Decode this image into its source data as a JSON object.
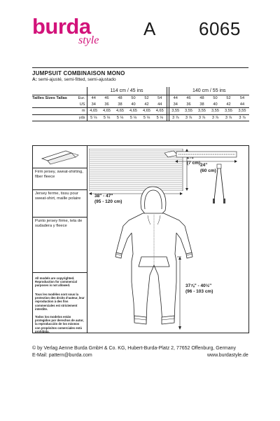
{
  "header": {
    "brand": "burda",
    "brand_sub": "style",
    "view": "A",
    "pattern_number": "6065"
  },
  "title": "JUMPSUIT  COMBINAISON  MONO",
  "fit": {
    "label": "A:",
    "text": "semi-ajusté, semi-fitted, semi-ajustado"
  },
  "size_table": {
    "fabric_widths": [
      "114 cm / 45 ins",
      "140 cm / 55 ins"
    ],
    "size_label": "Tailles  Sizes  Tallas",
    "eur_label": "Eur.",
    "us_label": "US",
    "m_label": "m",
    "yds_label": "yds",
    "eur": [
      "44",
      "46",
      "48",
      "50",
      "52",
      "54"
    ],
    "us": [
      "34",
      "36",
      "38",
      "40",
      "42",
      "44"
    ],
    "m_114": [
      "4,65",
      "4,65",
      "4,65",
      "4,65",
      "4,65",
      "4,65"
    ],
    "yds_114": [
      "5 ⅛",
      "5 ⅛",
      "5 ⅛",
      "5 ⅛",
      "5 ⅛",
      "5 ⅛"
    ],
    "m_140": [
      "3,55",
      "3,55",
      "3,55",
      "3,55",
      "3,55",
      "3,55"
    ],
    "yds_140": [
      "3 ⅞",
      "3 ⅞",
      "3 ⅞",
      "3 ⅞",
      "3 ⅞",
      "3 ⅞"
    ]
  },
  "fabrics": {
    "en": "Firm jersey, sweat-shirting, fiber fleece",
    "fr": "Jersey ferme, tissu pour sweat-shirt, maille polaire",
    "es": "Punto jersey firme, tela de sudadera y fleece"
  },
  "legal": {
    "en": "All models are copyrighted. Reproduction for commercial purposes is not allowed.",
    "fr": "Tous les modèles sont sous la protection des droits d'auteur, leur reproduction à des fins commerciales est strictement interdite.",
    "es": "Todos los modelos están protegidos por derechos de autor, la reproducción de los mismos con propósitos comerciales está prohibida."
  },
  "notions": {
    "rib_height_in": "2¾\"",
    "rib_height_cm": "(7 cm)",
    "rib_width_in": "38\" - 47\"",
    "rib_width_cm": "(95 - 120 cm)",
    "zip_in": "24\"",
    "zip_cm": "(60 cm)",
    "leg_in": "37⅞\" - 40½\"",
    "leg_cm": "(96 - 103 cm)"
  },
  "footer": {
    "copyright": "©  by Verlag Aenne Burda GmbH & Co. KG, Hubert-Burda-Platz 2, 77652 Offenburg, Germany",
    "email": "E-Mail: pattern@burda.com",
    "website": "www.burdastyle.de"
  }
}
